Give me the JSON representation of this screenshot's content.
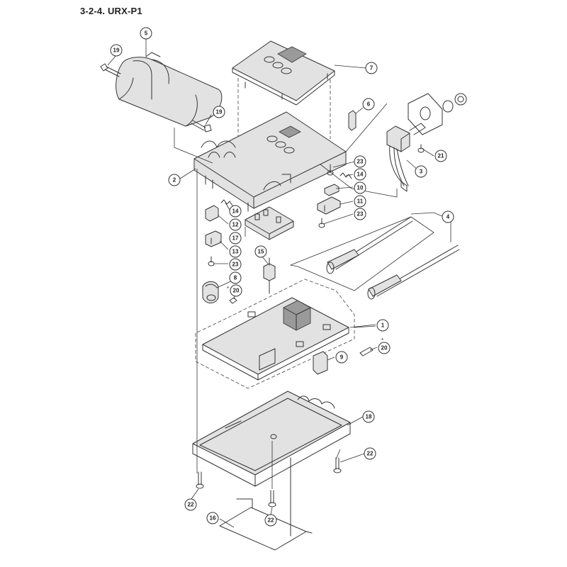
{
  "title": "3-2-4.  URX-P1",
  "callouts": {
    "c1": "1",
    "c2": "2",
    "c3": "3",
    "c4": "4",
    "c5": "5",
    "c6": "6",
    "c7": "7",
    "c8": "8",
    "c9": "9",
    "c10": "10",
    "c11": "11",
    "c12": "12",
    "c13": "13",
    "c14a": "14",
    "c14b": "14",
    "c15": "15",
    "c16": "16",
    "c17": "17",
    "c18": "18",
    "c19a": "19",
    "c19b": "19",
    "c20a": "20",
    "c20b": "20",
    "c21": "21",
    "c22a": "22",
    "c22b": "22",
    "c22c": "22",
    "c23a": "23",
    "c23b": "23",
    "c23c": "23"
  },
  "asterisks": {
    "a1": "*",
    "a2": "*"
  }
}
